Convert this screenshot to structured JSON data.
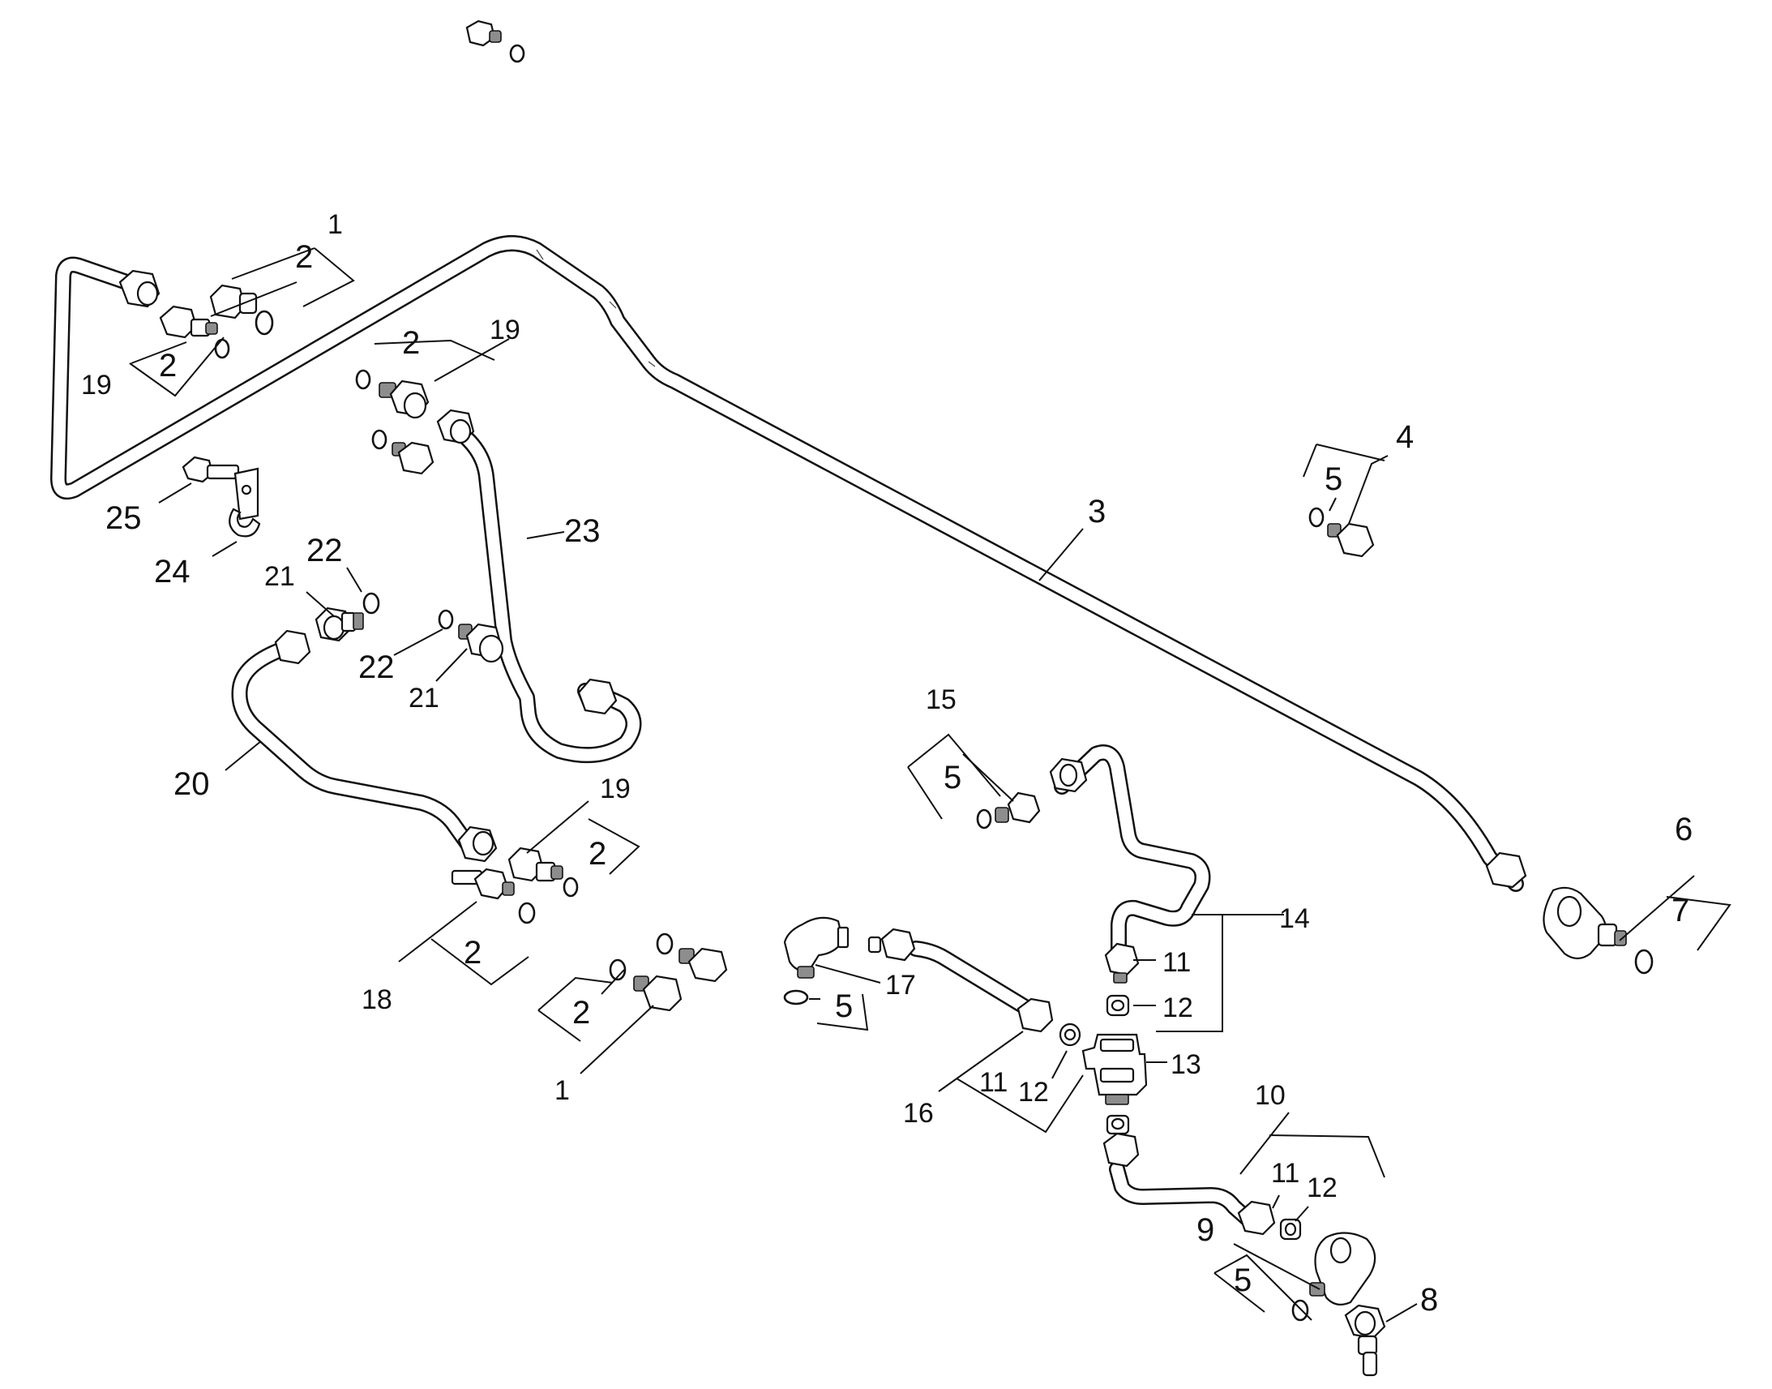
{
  "callouts": {
    "c1_top": "1",
    "c2_top": "2",
    "c2_mid_left": "2",
    "c19_left": "19",
    "c2_upper": "2",
    "c19_upper": "19",
    "c3": "3",
    "c4": "4",
    "c5_right": "5",
    "c25": "25",
    "c24": "24",
    "c23": "23",
    "c21_a": "21",
    "c22_a": "22",
    "c22_b": "22",
    "c21_b": "21",
    "c20": "20",
    "c19_lower": "19",
    "c2_lower": "2",
    "c18": "18",
    "c2_bottom_left": "2",
    "c2_bottom_mid": "2",
    "c1_bottom": "1",
    "c15": "15",
    "c5_mid": "5",
    "c6": "6",
    "c7": "7",
    "c14": "14",
    "c11_a": "11",
    "c12_a": "12",
    "c17": "17",
    "c5_lower": "5",
    "c13": "13",
    "c16": "16",
    "c11_b": "11",
    "c12_b": "12",
    "c10": "10",
    "c11_c": "11",
    "c12_c": "12",
    "c9": "9",
    "c5_bottom": "5",
    "c8": "8"
  }
}
